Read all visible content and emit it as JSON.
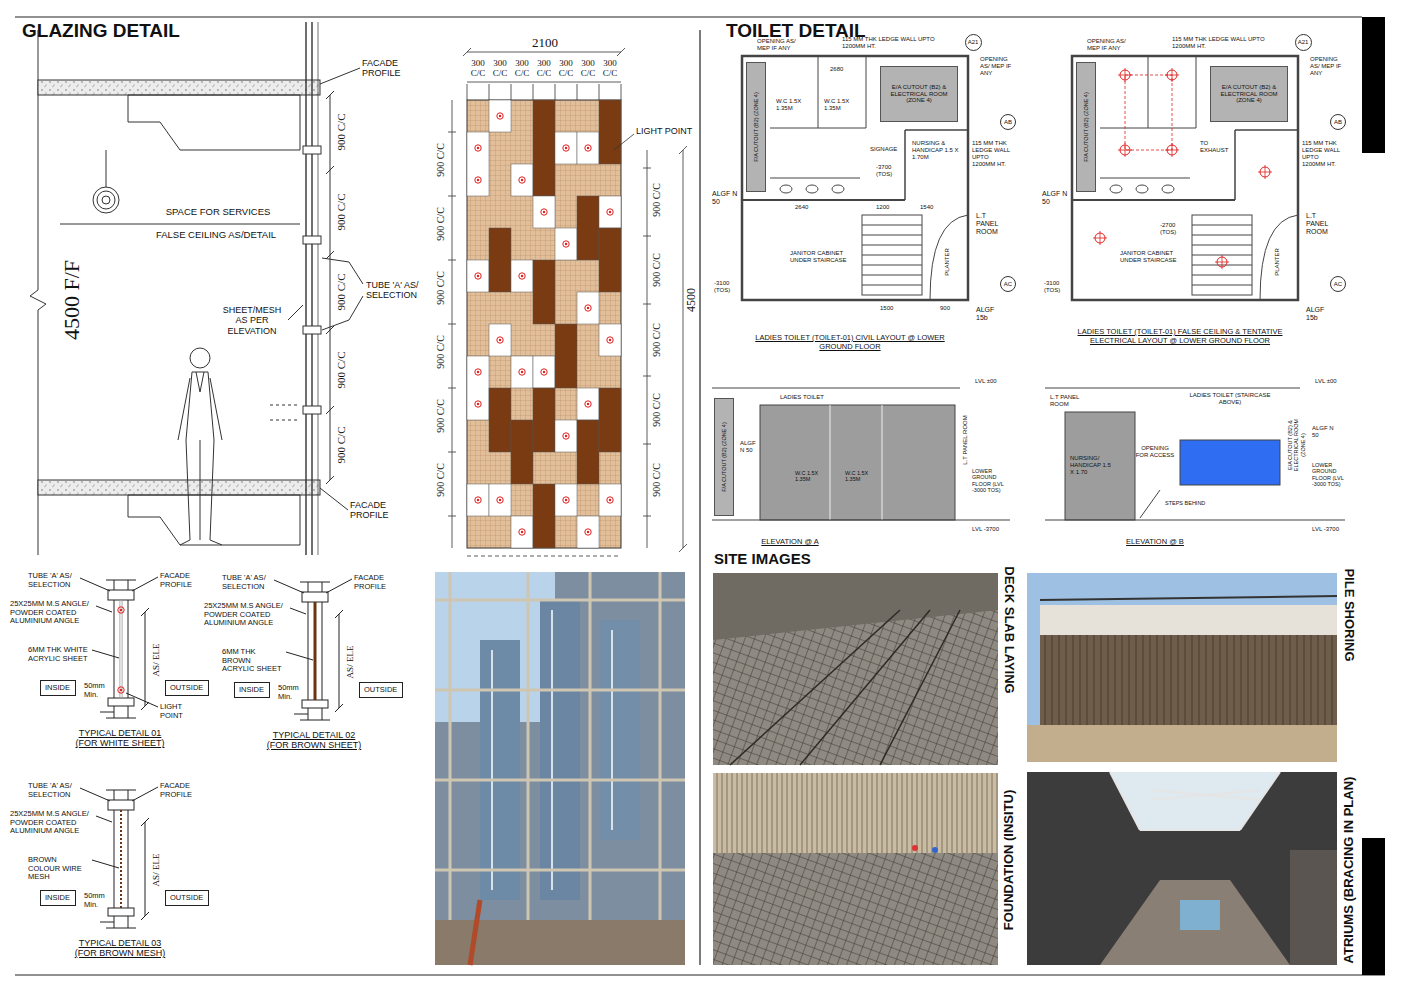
{
  "diagram": {
    "nodes": [
      {
        "text": [
          "INSIDE"
        ]
      },
      {
        "text": [
          "OUTSIDE"
        ]
      },
      {
        "text": [
          "INSIDE"
        ]
      },
      {
        "text": [
          "OUTSIDE"
        ]
      },
      {
        "text": [
          "INSIDE"
        ]
      },
      {
        "text": [
          "OUTSIDE"
        ]
      },
      {
        "text": [
          "A21"
        ]
      },
      {
        "text": [
          "AB"
        ]
      },
      {
        "text": [
          "AC"
        ]
      },
      {
        "text": [
          "F/A CUTOUT (B2) (ZONE 4)"
        ]
      },
      {
        "text": [
          "E/A CUTOUT (B2) & ELECTRICAL ROOM (ZONE 4)"
        ]
      },
      {
        "text": [
          "A21"
        ]
      },
      {
        "text": [
          "AB"
        ]
      },
      {
        "text": [
          "AC"
        ]
      },
      {
        "text": [
          "F/A CUTOUT (B2) (ZONE 4)"
        ]
      },
      {
        "text": [
          "E/A CUTOUT (B2) & ELECTRICAL ROOM (ZONE 4)"
        ]
      },
      {
        "text": [
          "F/A CUTOUT (B2) (ZONE 4)"
        ]
      }
    ],
    "labels": [
      "GLAZING DETAIL",
      "FACADE PROFILE",
      "900 C/C",
      "900 C/C",
      "900 C/C",
      "900 C/C",
      "900 C/C",
      "SPACE FOR SERVICES",
      "FALSE CEILING AS/DETAIL",
      "4500 F/F",
      "TUBE 'A' AS/ SELECTION",
      "SHEET/MESH AS PER ELEVATION",
      "FACADE PROFILE",
      "2100",
      "300 C/C",
      "300 C/C",
      "300 C/C",
      "300 C/C",
      "300 C/C",
      "300 C/C",
      "300 C/C",
      "LIGHT POINT",
      "900 C/C",
      "900 C/C",
      "900 C/C",
      "900 C/C",
      "900 C/C",
      "900 C/C",
      "4500",
      "900 C/C",
      "900 C/C",
      "900 C/C",
      "900 C/C",
      "900 C/C",
      "TUBE 'A' AS/ SELECTION",
      "FACADE PROFILE",
      "25X25MM M.S ANGLE/ POWDER COATED ALUMINIUM ANGLE",
      "6MM THK WHITE ACRYLIC SHEET",
      "50mm Min.",
      "AS/ ELE",
      "LIGHT POINT",
      "TYPICAL DETAIL 01 (FOR WHITE SHEET)",
      "TUBE 'A' AS/ SELECTION",
      "FACADE PROFILE",
      "25X25MM M.S ANGLE/ POWDER COATED ALUMINIUM ANGLE",
      "6MM THK BROWN ACRYLIC SHEET",
      "50mm Min.",
      "AS/ ELE",
      "TYPICAL DETAIL 02 (FOR BROWN SHEET)",
      "TUBE 'A' AS/ SELECTION",
      "FACADE PROFILE",
      "25X25MM M.S ANGLE/ POWDER COATED ALUMINIUM ANGLE",
      "BROWN COLOUR WIRE MESH",
      "50mm Min.",
      "AS/ ELE",
      "TYPICAL DETAIL 03 (FOR BROWN MESH)",
      "TOILET DETAIL",
      "OPENING AS/ MEP IF ANY",
      "115 MM THK LEDGE WALL UPTO 1200MM HT.",
      "OPENING AS/ MEP IF ANY",
      "W.C 1.5X 1.35M",
      "W.C 1.5X 1.35M",
      "2680",
      "ALGF N 50",
      "SIGNAGE",
      "NURSING & HANDICAP 1.5 X 1.70M",
      "2640",
      "1200",
      "1540",
      "L.T PANEL ROOM",
      "JANITOR CABINET UNDER STAIRCASE",
      "PLANTER",
      "-3100 (TOS)",
      "1500",
      "900",
      "ALGF 15b",
      "-3700 (TOS)",
      "115 MM THK LEDGE WALL UPTO 1200MM HT.",
      "LADIES TOILET (TOILET-01) CIVIL LAYOUT @ LOWER GROUND FLOOR",
      "OPENING AS/ MEP IF ANY",
      "115 MM THK LEDGE WALL UPTO 1200MM HT.",
      "OPENING AS/ MEP IF ANY",
      "ALGF N 50",
      "TO EXHAUST",
      "L.T PANEL ROOM",
      "JANITOR CABINET UNDER STAIRCASE",
      "PLANTER",
      "-3100 (TOS)",
      "ALGF 15b",
      "115 MM THK LEDGE WALL UPTO 1200MM HT.",
      "LADIES TOILET (TOILET-01) FALSE CEILING & TENTATIVE ELECTRICAL LAYOUT @ LOWER GROUND FLOOR",
      "-2700 (TOS)",
      "LADIES TOILET",
      "ALGF N 50",
      "L.T PANEL ROOM",
      "LOWER GROUND FLOOR (LVL -3000 TOS)",
      "LVL ±00",
      "LVL -3700",
      "W.C 1.5X 1.35M",
      "W.C 1.5X 1.35M",
      "ELEVATION @ A",
      "LADIES TOILET (STAIRCASE ABOVE)",
      "L.T PANEL ROOM",
      "NURSING/ HANDICAP 1.5 X 1.70",
      "OPENING FOR ACCESS",
      "STEPS BEHIND",
      "E/A CUTOUT (B2) & ELECTRICAL ROOM (ZONE 4)",
      "ALGF N 50",
      "LOWER GROUND FLOOR (LVL -3000 TOS)",
      "LVL ±00",
      "LVL -3700",
      "ELEVATION @ B",
      "SITE IMAGES",
      "DECK SLAB LAYING",
      "PILE SHORING",
      "FOUNDATION (INSITU)",
      "ATRIUMS (BRACING IN PLAN)"
    ]
  }
}
